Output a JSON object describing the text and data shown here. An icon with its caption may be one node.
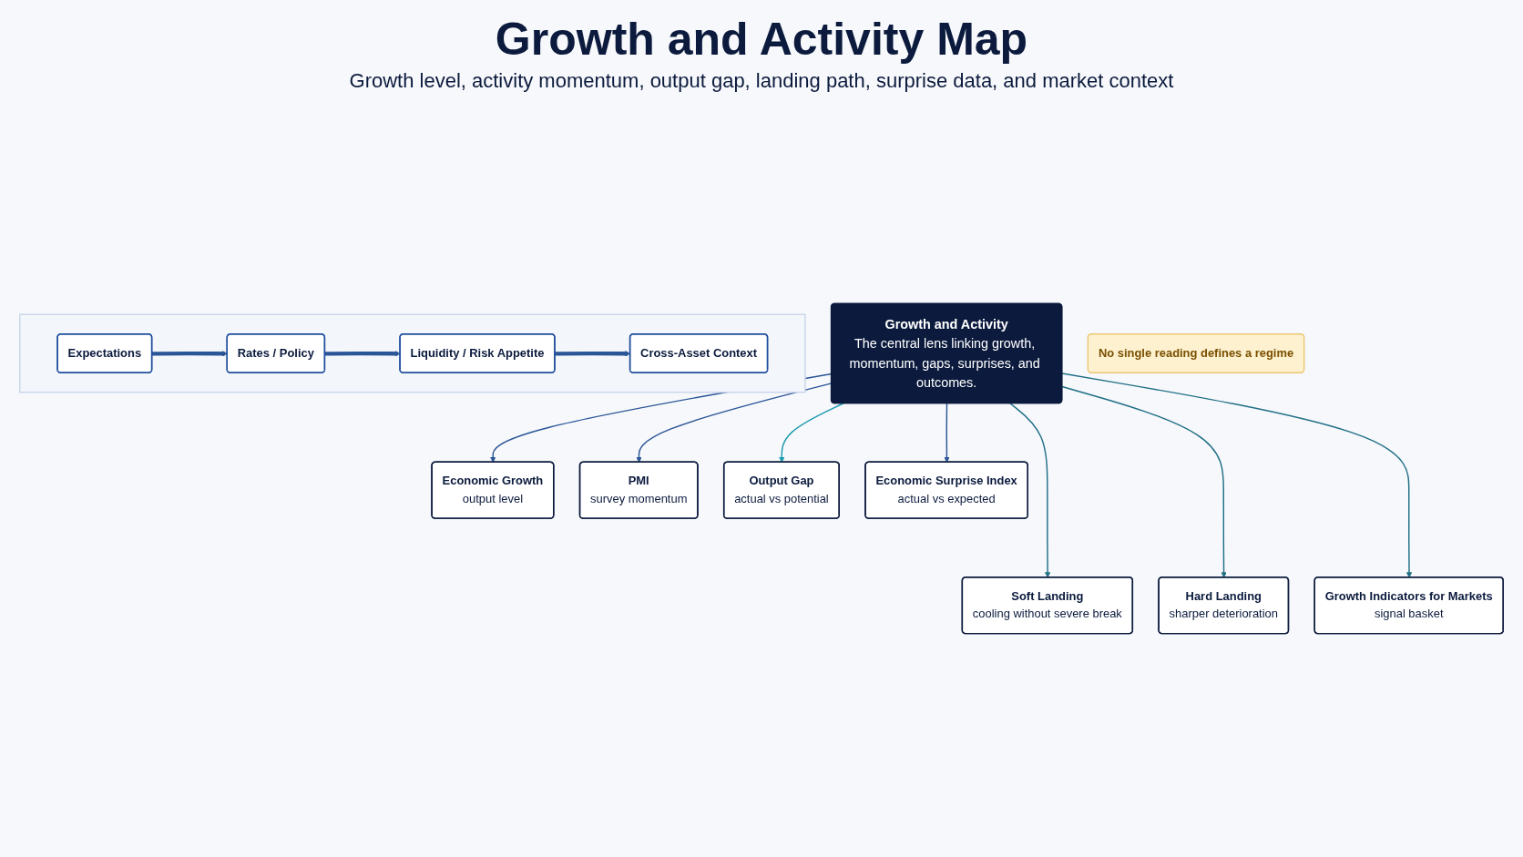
{
  "diagram": {
    "title": "Growth and Activity Map",
    "nodes": [
      {
        "text": [
          "Growth and Activity",
          "The central lens linking growth, momentum, gaps, surprises, and outcomes."
        ]
      },
      {
        "text": [
          "Economic Growth",
          "output level"
        ]
      },
      {
        "text": [
          "PMI",
          "survey momentum"
        ]
      },
      {
        "text": [
          "Output Gap",
          "actual vs potential"
        ]
      },
      {
        "text": [
          "Economic Surprise Index",
          "actual vs expected"
        ]
      },
      {
        "text": [
          "Soft Landing",
          "cooling without severe break"
        ]
      },
      {
        "text": [
          "Hard Landing",
          "sharper deterioration"
        ]
      },
      {
        "text": [
          "Growth Indicators for Markets",
          "signal basket"
        ]
      },
      {
        "text": [],
        "shape": "box"
      },
      {
        "text": [
          "Expectations"
        ],
        "in": 8
      },
      {
        "text": [
          "Rates / Policy"
        ],
        "in": 8
      },
      {
        "text": [
          "Liquidity / Risk Appetite"
        ],
        "in": 8
      },
      {
        "text": [
          "Cross-Asset Context"
        ],
        "in": 8
      },
      {
        "text": [
          "No single reading defines a regime"
        ]
      }
    ],
    "edges": [
      {
        "from": 0,
        "to": 1,
        "arrow": "to"
      },
      {
        "from": 0,
        "to": 2,
        "arrow": "to"
      },
      {
        "from": 0,
        "to": 3,
        "arrow": "to",
        "color": "#1a9bb0"
      },
      {
        "from": 0,
        "to": 4,
        "arrow": "to"
      },
      {
        "from": 0,
        "to": 5,
        "arrow": "to",
        "color": "#1f6f86"
      },
      {
        "from": 0,
        "to": 6,
        "arrow": "to",
        "color": "#1f6f86"
      },
      {
        "from": 0,
        "to": 7,
        "arrow": "to",
        "color": "#1f6f86"
      },
      {
        "from": 9,
        "to": 10,
        "arrow": "to",
        "style": "thick"
      },
      {
        "from": 10,
        "to": 11,
        "arrow": "to",
        "style": "thick"
      },
      {
        "from": 11,
        "to": 12,
        "arrow": "to",
        "style": "thick"
      }
    ],
    "labels": [
      "Growth level, activity momentum, output gap, landing path, surprise data, and market context"
    ]
  }
}
